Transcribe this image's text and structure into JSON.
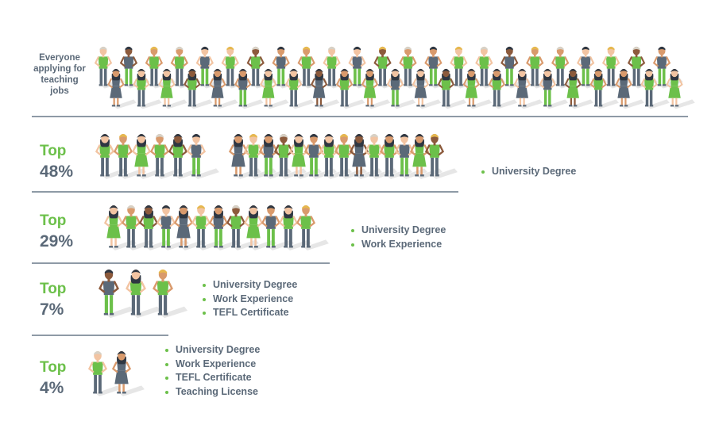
{
  "intro": {
    "label": "Everyone applying for teaching jobs"
  },
  "tiers": [
    {
      "top_label": "Top",
      "percent": "48%",
      "requirements": [
        "University Degree"
      ],
      "people_count": 20
    },
    {
      "top_label": "Top",
      "percent": "29%",
      "requirements": [
        "University Degree",
        "Work Experience"
      ],
      "people_count": 12
    },
    {
      "top_label": "Top",
      "percent": "7%",
      "requirements": [
        "University Degree",
        "Work Experience",
        "TEFL Certificate"
      ],
      "people_count": 3
    },
    {
      "top_label": "Top",
      "percent": "4%",
      "requirements": [
        "University Degree",
        "Work Experience",
        "TEFL Certificate",
        "Teaching License"
      ],
      "people_count": 2
    }
  ],
  "crowd_count": 46,
  "colors": {
    "green": "#6cc04a",
    "slate": "#5b6978",
    "skin_light": "#f2c4a2",
    "skin_tan": "#d99a6c",
    "skin_dark": "#8c5a3c",
    "hair_dark": "#2f3742",
    "hair_blond": "#e6b84f",
    "hair_grey": "#d7d1c6",
    "shadow": "#e6e6e6",
    "rule": "#8e9aa6"
  }
}
